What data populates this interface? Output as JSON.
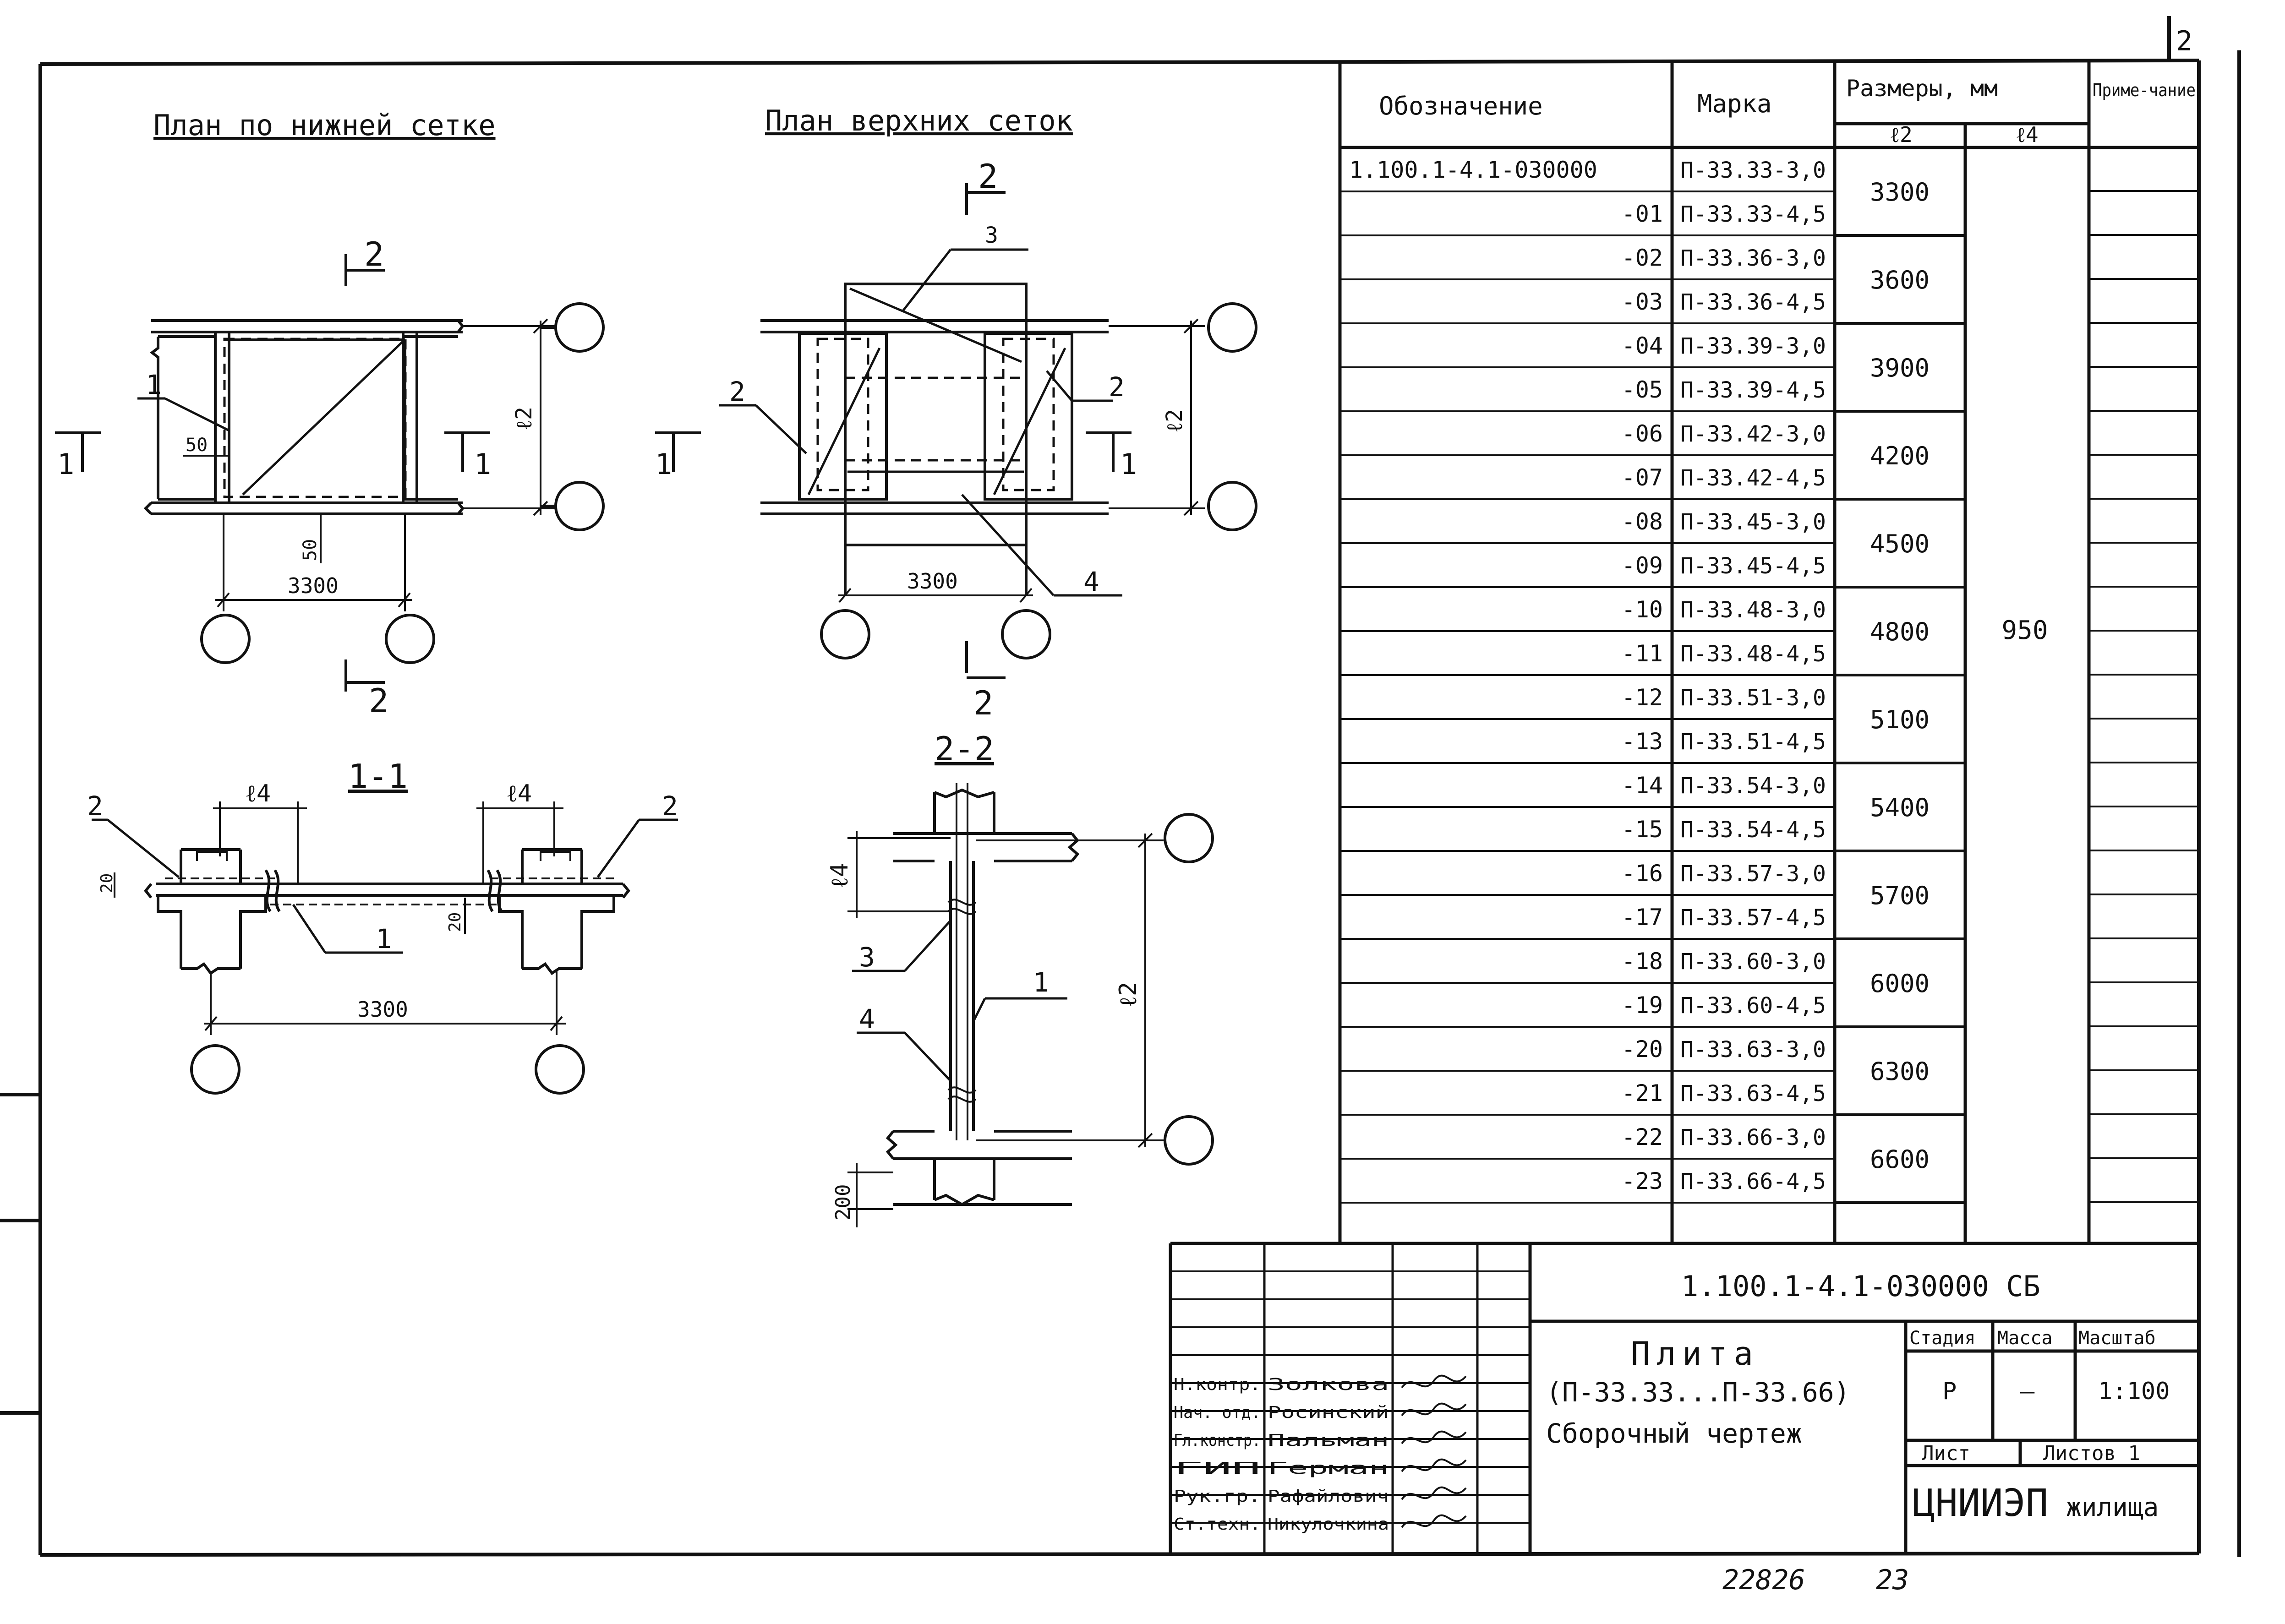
{
  "corner_mark": "2",
  "plan_lower": {
    "title": "План по нижней сетке",
    "cut_upper": "2",
    "cut_lower": "2",
    "cut_left": "1",
    "cut_right": "1",
    "pos_1": "1",
    "dim_50_a": "50",
    "dim_50_b": "50",
    "dim_l2": "ℓ2",
    "dim_3300": "3300"
  },
  "plan_upper": {
    "title": "План верхних сеток",
    "cut_upper": "2",
    "cut_lower": "2",
    "cut_left": "1",
    "cut_right": "1",
    "pos_3": "3",
    "pos_2_left": "2",
    "pos_2_right": "2",
    "pos_4": "4",
    "dim_l2": "ℓ2",
    "dim_3300": "3300"
  },
  "section_1": {
    "title": "1-1",
    "pos_2_left": "2",
    "pos_2_right": "2",
    "pos_1": "1",
    "dim_l4_left": "ℓ4",
    "dim_l4_right": "ℓ4",
    "dim_20_left": "20",
    "dim_20_mid": "20",
    "dim_3300": "3300"
  },
  "section_2": {
    "title": "2-2",
    "pos_3": "3",
    "pos_4": "4",
    "pos_1": "1",
    "dim_l4": "ℓ4",
    "dim_l2": "ℓ2",
    "dim_200": "200"
  },
  "spec_table": {
    "headers": {
      "designation": "Обозначение",
      "mark": "Марка",
      "sizes": "Размеры, мм",
      "l2": "ℓ2",
      "l4": "ℓ4",
      "note": "Приме-чание"
    },
    "rows": [
      {
        "designation": "1.100.1-4.1-030000",
        "mark": "П-33.33-3,0"
      },
      {
        "designation": "-01",
        "mark": "П-33.33-4,5"
      },
      {
        "designation": "-02",
        "mark": "П-33.36-3,0"
      },
      {
        "designation": "-03",
        "mark": "П-33.36-4,5"
      },
      {
        "designation": "-04",
        "mark": "П-33.39-3,0"
      },
      {
        "designation": "-05",
        "mark": "П-33.39-4,5"
      },
      {
        "designation": "-06",
        "mark": "П-33.42-3,0"
      },
      {
        "designation": "-07",
        "mark": "П-33.42-4,5"
      },
      {
        "designation": "-08",
        "mark": "П-33.45-3,0"
      },
      {
        "designation": "-09",
        "mark": "П-33.45-4,5"
      },
      {
        "designation": "-10",
        "mark": "П-33.48-3,0"
      },
      {
        "designation": "-11",
        "mark": "П-33.48-4,5"
      },
      {
        "designation": "-12",
        "mark": "П-33.51-3,0"
      },
      {
        "designation": "-13",
        "mark": "П-33.51-4,5"
      },
      {
        "designation": "-14",
        "mark": "П-33.54-3,0"
      },
      {
        "designation": "-15",
        "mark": "П-33.54-4,5"
      },
      {
        "designation": "-16",
        "mark": "П-33.57-3,0"
      },
      {
        "designation": "-17",
        "mark": "П-33.57-4,5"
      },
      {
        "designation": "-18",
        "mark": "П-33.60-3,0"
      },
      {
        "designation": "-19",
        "mark": "П-33.60-4,5"
      },
      {
        "designation": "-20",
        "mark": "П-33.63-3,0"
      },
      {
        "designation": "-21",
        "mark": "П-33.63-4,5"
      },
      {
        "designation": "-22",
        "mark": "П-33.66-3,0"
      },
      {
        "designation": "-23",
        "mark": "П-33.66-4,5"
      }
    ],
    "l2_values": [
      "3300",
      "3600",
      "3900",
      "4200",
      "4500",
      "4800",
      "5100",
      "5400",
      "5700",
      "6000",
      "6300",
      "6600"
    ],
    "l4_value": "950"
  },
  "title_block": {
    "doc_code": "1.100.1-4.1-030000 СБ",
    "product_name": "Плита",
    "product_range": "(П-33.33...П-33.66)",
    "doc_type": "Сборочный чертеж",
    "stage_label": "Стадия",
    "mass_label": "Масса",
    "scale_label": "Масштаб",
    "stage_value": "Р",
    "mass_value": "—",
    "scale_value": "1:100",
    "sheet_label": "Лист",
    "sheets_label": "Листов 1",
    "organization_a": "ЦНИИЭП",
    "organization_b": "жилища",
    "staff": [
      {
        "role": "Н.контр.",
        "name": "Золкова"
      },
      {
        "role": "Нач. отд.",
        "name": "Росинский"
      },
      {
        "role": "Гл.констр.",
        "name": "Пальман"
      },
      {
        "role": "ГИП",
        "name": "Герман"
      },
      {
        "role": "Рук.гр.",
        "name": "Рафайлович"
      },
      {
        "role": "Ст.техн.",
        "name": "Никулочкина"
      }
    ]
  },
  "footer": {
    "inventory_number": "22826",
    "page_number": "23"
  }
}
